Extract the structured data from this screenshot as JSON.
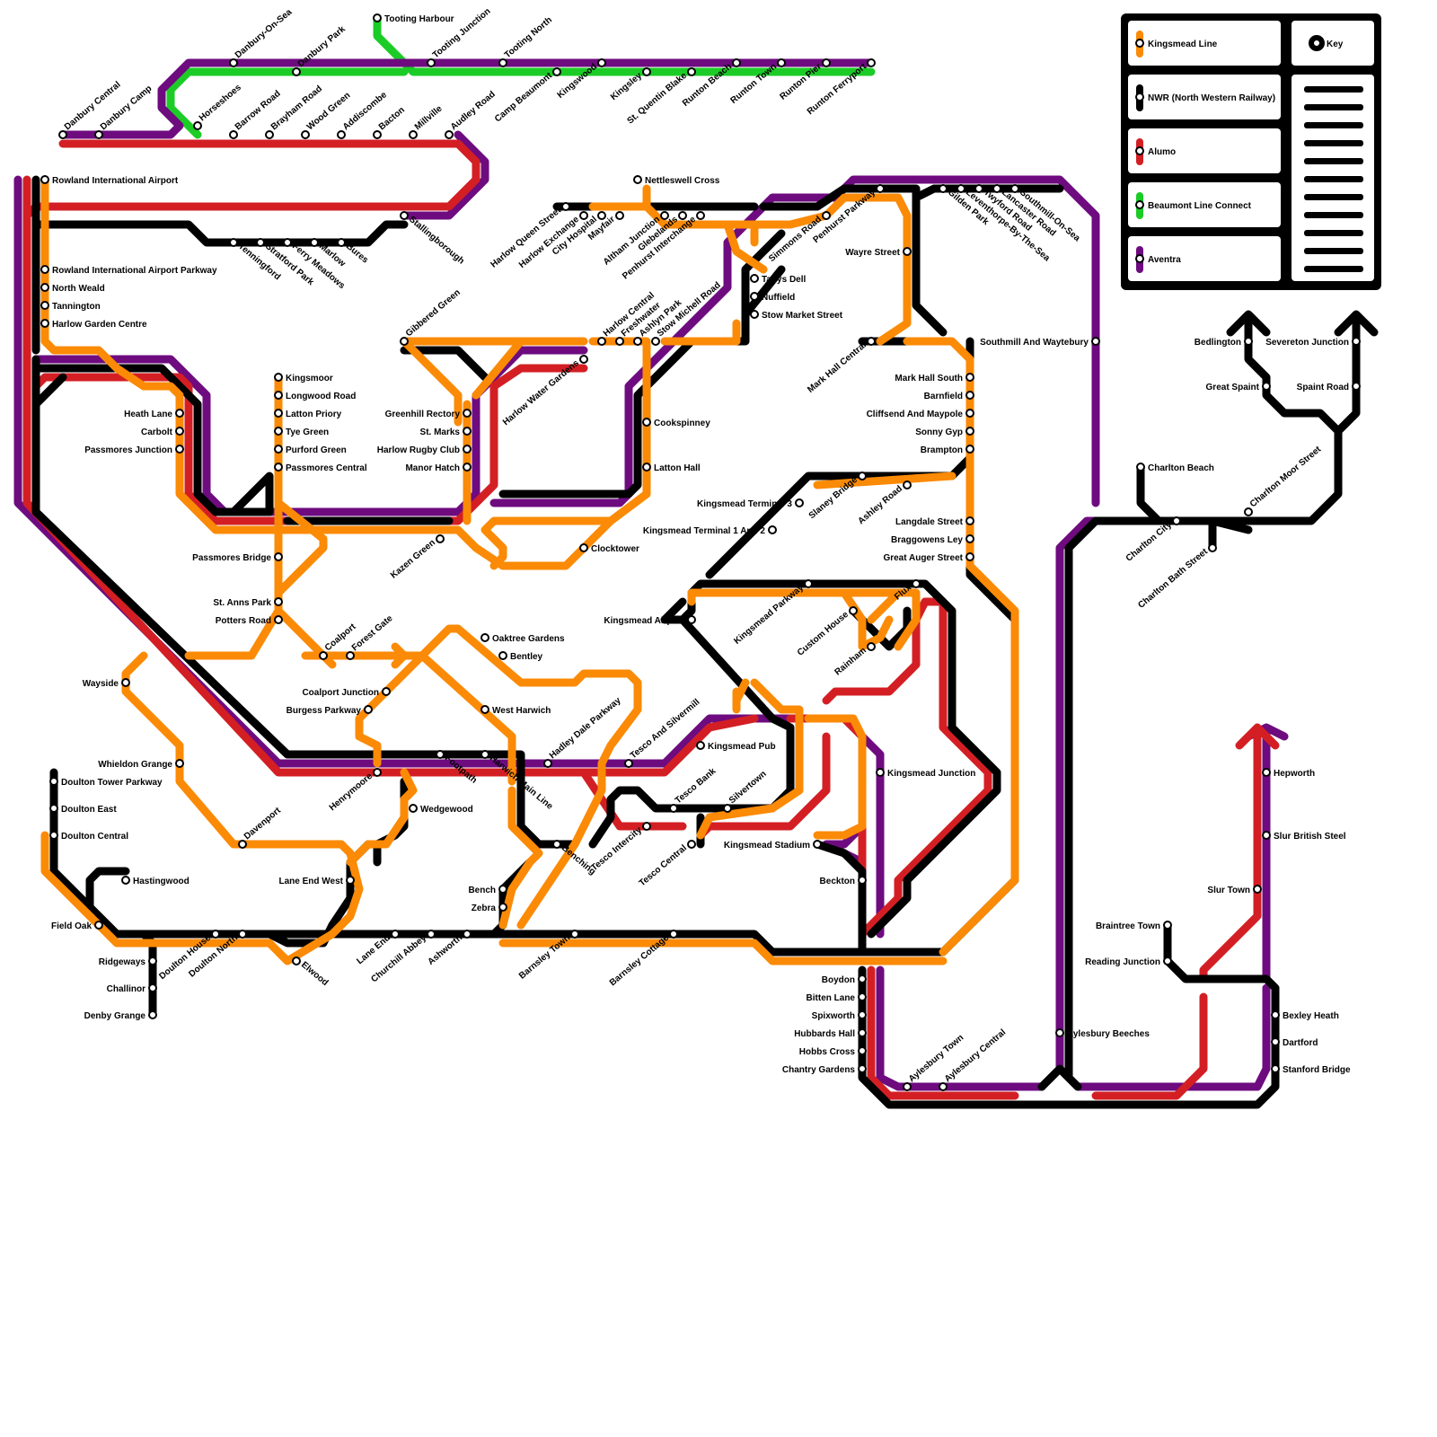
{
  "colors": {
    "kingsmead": "#fb8a06",
    "nwr": "#000000",
    "alumo": "#d31f24",
    "beaumont": "#1ccc26",
    "aventra": "#6e0b7f"
  },
  "legend": {
    "title": "Key",
    "items": [
      {
        "label": "Kingsmead Line",
        "color": "#fb8a06"
      },
      {
        "label": "NWR (North Western Railway)",
        "color": "#000000"
      },
      {
        "label": "Alumo",
        "color": "#d31f24"
      },
      {
        "label": "Beaumont Line Connect",
        "color": "#1ccc26"
      },
      {
        "label": "Aventra",
        "color": "#6e0b7f"
      }
    ]
  },
  "stations": [
    "Tooting Harbour",
    "Tooting Junction",
    "Tooting North",
    "Danbury-On-Sea",
    "Danbury Park",
    "Camp Beaumont",
    "Kingswood",
    "Kingsley",
    "St. Quentin Blake",
    "Runton Beach",
    "Runton Town",
    "Runton Pier",
    "Runton Ferryport",
    "Danbury Central",
    "Danbury Camp",
    "Horseshoes",
    "Barrow Road",
    "Brayham Road",
    "Wood Green",
    "Addiscombe",
    "Bacton",
    "Millville",
    "Audley Road",
    "Rowland International Airport",
    "Stallingborough",
    "Tenningford",
    "Stratford Park",
    "Ferry Meadows",
    "Marlow",
    "Bures",
    "Rowland International Airport Parkway",
    "North Weald",
    "Tannington",
    "Harlow Garden Centre",
    "Nettleswell Cross",
    "Harlow Queen Street",
    "Harlow Exchange",
    "City Hospital",
    "Mayfair",
    "Altham Junction",
    "Glebelands",
    "Penhurst Interchange",
    "Simmons Road",
    "Penhurst Parkway",
    "Gilden Park",
    "Leventhorpe-By-The-Sea",
    "Twyford Road",
    "Lancaster Road",
    "Southmill-On-Sea",
    "Wayre Street",
    "Tanys Dell",
    "Nuffield",
    "Stow Market Street",
    "Gibbered Green",
    "Harlow Central",
    "Freshwater",
    "Ashlyn Park",
    "Stow Michell Road",
    "Harlow Water Gardens",
    "Southmill And Waytebury",
    "Mark Hall Central",
    "Kingsmoor",
    "Longwood Road",
    "Latton Priory",
    "Tye Green",
    "Purford Green",
    "Passmores Central",
    "Heath Lane",
    "Carbolt",
    "Passmores Junction",
    "Greenhill Rectory",
    "St. Marks",
    "Harlow Rugby Club",
    "Manor Hatch",
    "Cookspinney",
    "Latton Hall",
    "Mark Hall South",
    "Barnfield",
    "Cliffsend And Maypole",
    "Sonny Gyp",
    "Brampton",
    "Kingsmead Terminal 3",
    "Slaney Bridge",
    "Ashley Road",
    "Langdale Street",
    "Kingsmead Terminal 1 And 2",
    "Braggowens Ley",
    "Great Auger Street",
    "Passmores Bridge",
    "Kazen Green",
    "Clocktower",
    "St. Anns Park",
    "Potters Road",
    "Coalport",
    "Forest Gate",
    "Oaktree Gardens",
    "Bentley",
    "Kingsmead Airport",
    "Kingsmead Parkway",
    "Custom House",
    "Rainham",
    "Flux",
    "Wayside",
    "Coalport Junction",
    "Burgess Parkway",
    "West Harwich",
    "Harwich Main Line",
    "Hadley Dale Parkway",
    "Tesco And Silvermill",
    "Kingsmead Pub",
    "Whieldon Grange",
    "Doulton Tower Parkway",
    "Doulton East",
    "Doulton Central",
    "Henrymoore",
    "Footpath",
    "Wedgewood",
    "Tesco Bank",
    "Silvertown",
    "Kingsmead Junction",
    "Davenport",
    "Tesco Intercity",
    "Tesco Central",
    "Kingsmead Stadium",
    "Benching",
    "Hastingwood",
    "Lane End West",
    "Bench",
    "Zebra",
    "Beckton",
    "Field Oak",
    "Ridgeways",
    "Doulton House",
    "Doulton North",
    "Elwood",
    "Lane End",
    "Churchill Abbey",
    "Ashworth",
    "Barnsley Town",
    "Barnsley Cottage",
    "Challinor",
    "Denby Grange",
    "Boydon",
    "Bitten Lane",
    "Spixworth",
    "Hubbards Hall",
    "Hobbs Cross",
    "Chantry Gardens",
    "Aylesbury Town",
    "Aylesbury Central",
    "Aylesbury Beeches",
    "Bedlington",
    "Severeton Junction",
    "Great Spaint",
    "Spaint Road",
    "Charlton Beach",
    "Charlton Moor Street",
    "Charlton City",
    "Charlton Bath Street",
    "Hepworth",
    "Slur British Steel",
    "Slur Town",
    "Braintree Town",
    "Reading Junction",
    "Bexley Heath",
    "Dartford",
    "Stanford Bridge"
  ]
}
